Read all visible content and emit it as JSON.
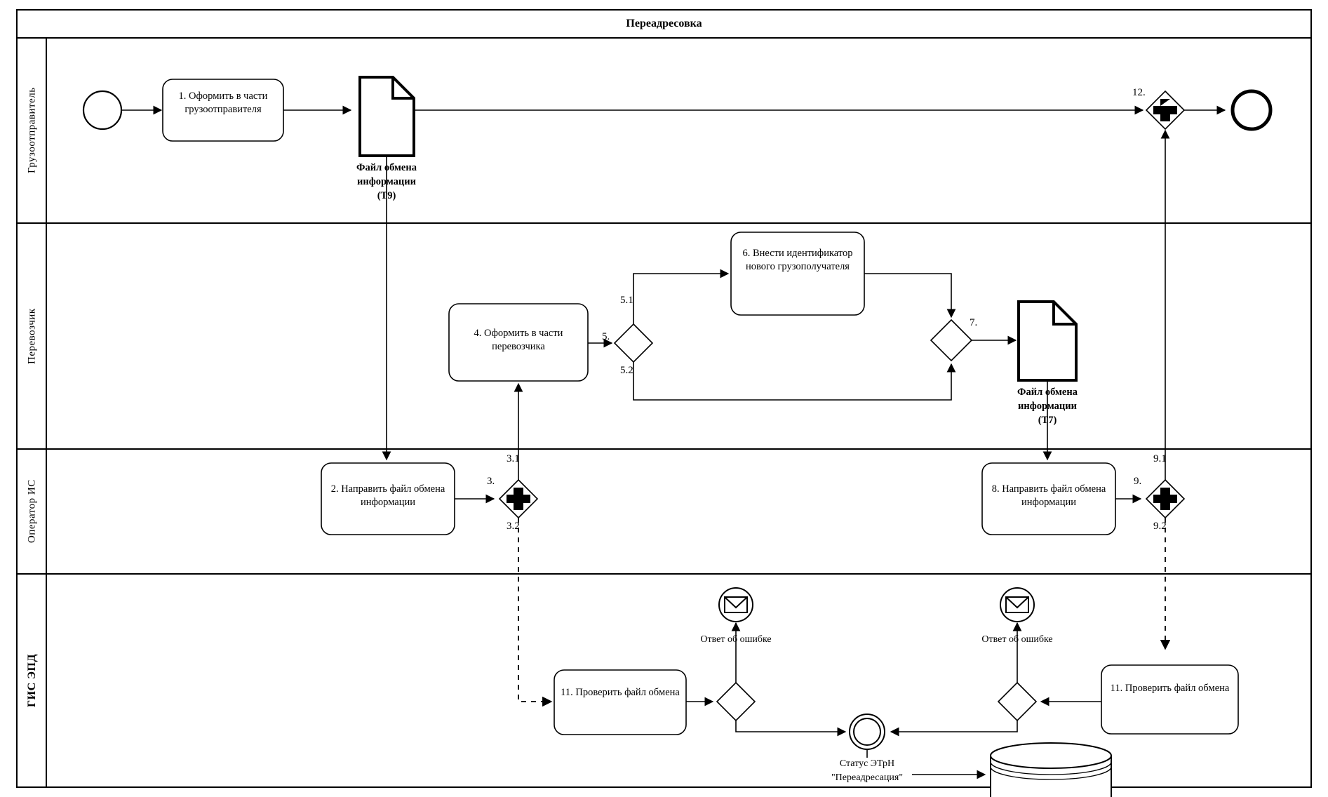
{
  "pool": {
    "title": "Переадресовка"
  },
  "lanes": [
    {
      "id": "lane-gruzootpravitel",
      "label": "Грузоотправитель",
      "bold": false
    },
    {
      "id": "lane-perevozchik",
      "label": "Перевозчик",
      "bold": false
    },
    {
      "id": "lane-operator-is",
      "label": "Оператор ИС",
      "bold": false
    },
    {
      "id": "lane-gis-epd",
      "label": "ГИС ЭПД",
      "bold": true
    }
  ],
  "tasks": {
    "t1": "1. Оформить в части грузоотправителя",
    "t2": "2. Направить файл обмена  информации",
    "t4": "4. Оформить в части перевозчика",
    "t6": "6. Внести идентификатор нового грузополучателя",
    "t8": "8. Направить файл обмена информации",
    "t11a": "11. Проверить файл обмена",
    "t11b": "11. Проверить файл обмена"
  },
  "artifacts": {
    "doc_t9": "Файл обмена информации (Т9)",
    "doc_t9_line1": "Файл обмена",
    "doc_t9_line2": "информации",
    "doc_t9_line3": "(Т9)",
    "doc_t7": "Файл обмена информации (Т7)",
    "doc_t7_line1": "Файл обмена",
    "doc_t7_line2": "информации",
    "doc_t7_line3": "(Т7)",
    "datastore": ""
  },
  "gateways": {
    "g3": "3.",
    "g3_1": "3.1",
    "g3_2": "3.2",
    "g5": "5.",
    "g5_1": "5.1",
    "g5_2": "5.2",
    "g7": "7.",
    "g9": "9.",
    "g9_1": "9.1",
    "g9_2": "9.2",
    "g12": "12."
  },
  "flow_labels": {
    "error_left": "Ответ об ошибке",
    "error_right": "Ответ об ошибке",
    "status_line1": "Статус ЭТрН",
    "status_line2": "\"Переадресация\""
  },
  "colors": {
    "stroke": "#000000",
    "fill": "#ffffff",
    "frame": "#000000"
  }
}
